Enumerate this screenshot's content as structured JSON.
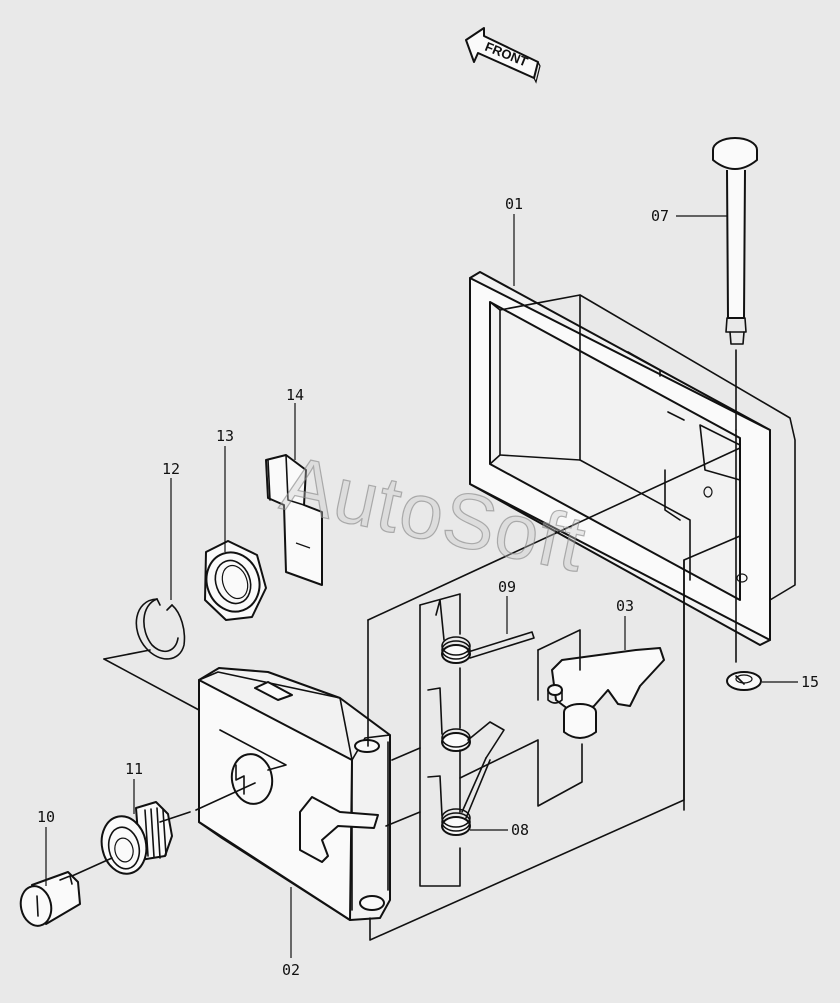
{
  "direction_label": "FRONT",
  "watermark": "AutoSoft",
  "part_labels": {
    "p01": "01",
    "p02": "02",
    "p03": "03",
    "p07": "07",
    "p08": "08",
    "p09": "09",
    "p10": "10",
    "p11": "11",
    "p12": "12",
    "p13": "13",
    "p14": "14",
    "p15": "15"
  }
}
